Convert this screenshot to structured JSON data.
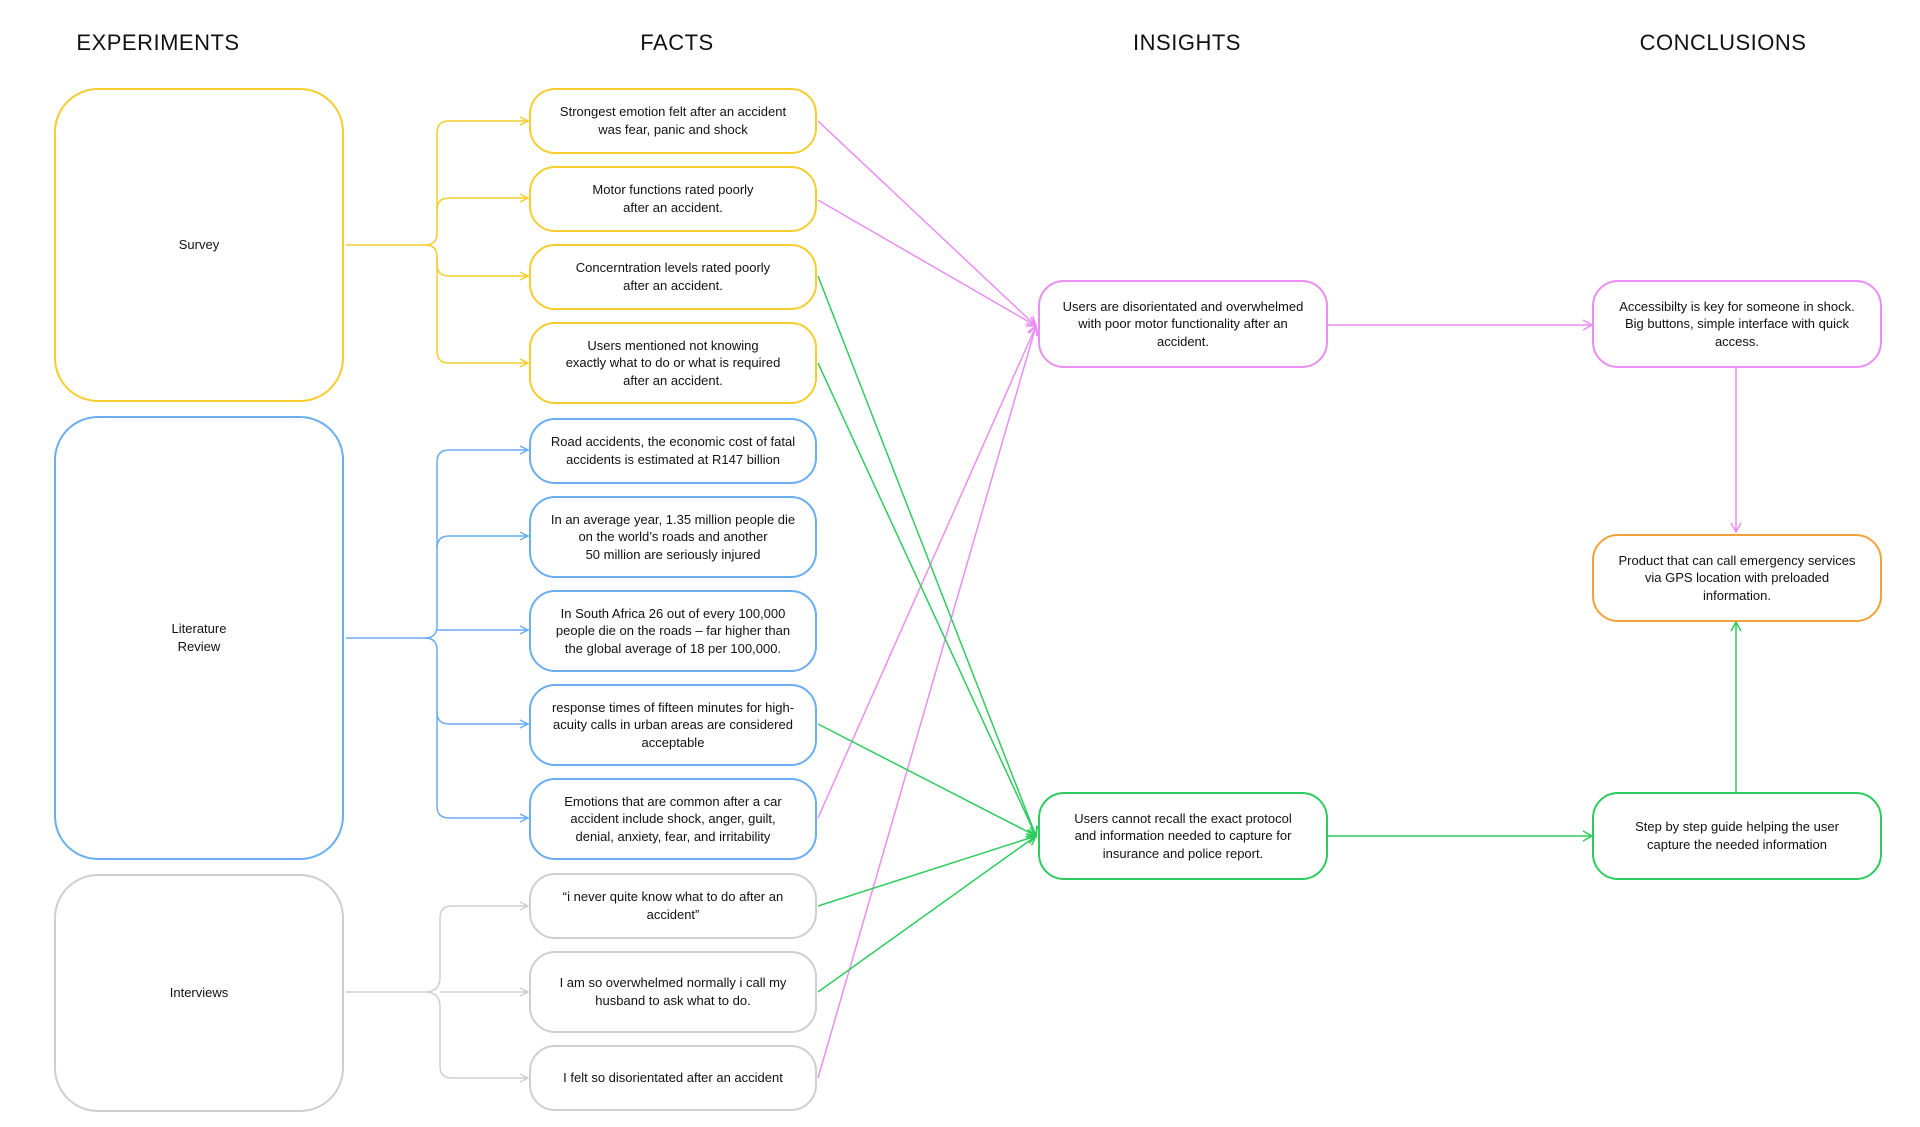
{
  "columns": {
    "experiments": "EXPERIMENTS",
    "facts": "FACTS",
    "insights": "INSIGHTS",
    "conclusions": "CONCLUSIONS"
  },
  "experiments": {
    "survey": "Survey",
    "literature": "Literature\nReview",
    "interviews": "Interviews"
  },
  "facts": {
    "f1": "Strongest emotion felt after an accident\nwas fear, panic and shock",
    "f2": "Motor functions rated poorly\nafter an accident.",
    "f3": "Concerntration levels rated poorly\nafter an accident.",
    "f4": "Users mentioned not knowing\nexactly what to do or what is required\nafter an accident.",
    "f5": "Road accidents, the economic cost of fatal\naccidents is estimated at R147 billion",
    "f6": "In an average year, 1.35 million people die\non the world’s roads and another\n50 million are seriously injured",
    "f7": "In South Africa 26 out of every 100,000\npeople die on the roads – far higher than\nthe global average of 18 per 100,000.",
    "f8": "response times of fifteen minutes for high-\nacuity calls in urban areas are considered\nacceptable",
    "f9": "Emotions that are common after a car\naccident include shock, anger, guilt,\ndenial, anxiety, fear, and irritability",
    "f10": "“i never quite know what to do after an\naccident”",
    "f11": "I am so overwhelmed normally i call my\nhusband to ask what to do.",
    "f12": "I felt so disorientated after an accident"
  },
  "insights": {
    "i1": "Users are disorientated and overwhelmed\nwith poor motor functionality after an\naccident.",
    "i2": "Users cannot recall the exact protocol\nand information needed to capture for\ninsurance and police report."
  },
  "conclusions": {
    "c1": "Accessibilty is key for someone in shock.\nBig buttons, simple interface with quick\naccess.",
    "c2": "Product that can call  emergency services\nvia  GPS location with preloaded\ninformation.",
    "c3": "Step by step guide helping the user\ncapture the needed information"
  },
  "colors": {
    "yellow": "#f5cd2e",
    "blue": "#6aaef0",
    "gray": "#cfcfcf",
    "pink": "#e98ef2",
    "green": "#2ecc5e",
    "orange": "#f2a23a"
  }
}
